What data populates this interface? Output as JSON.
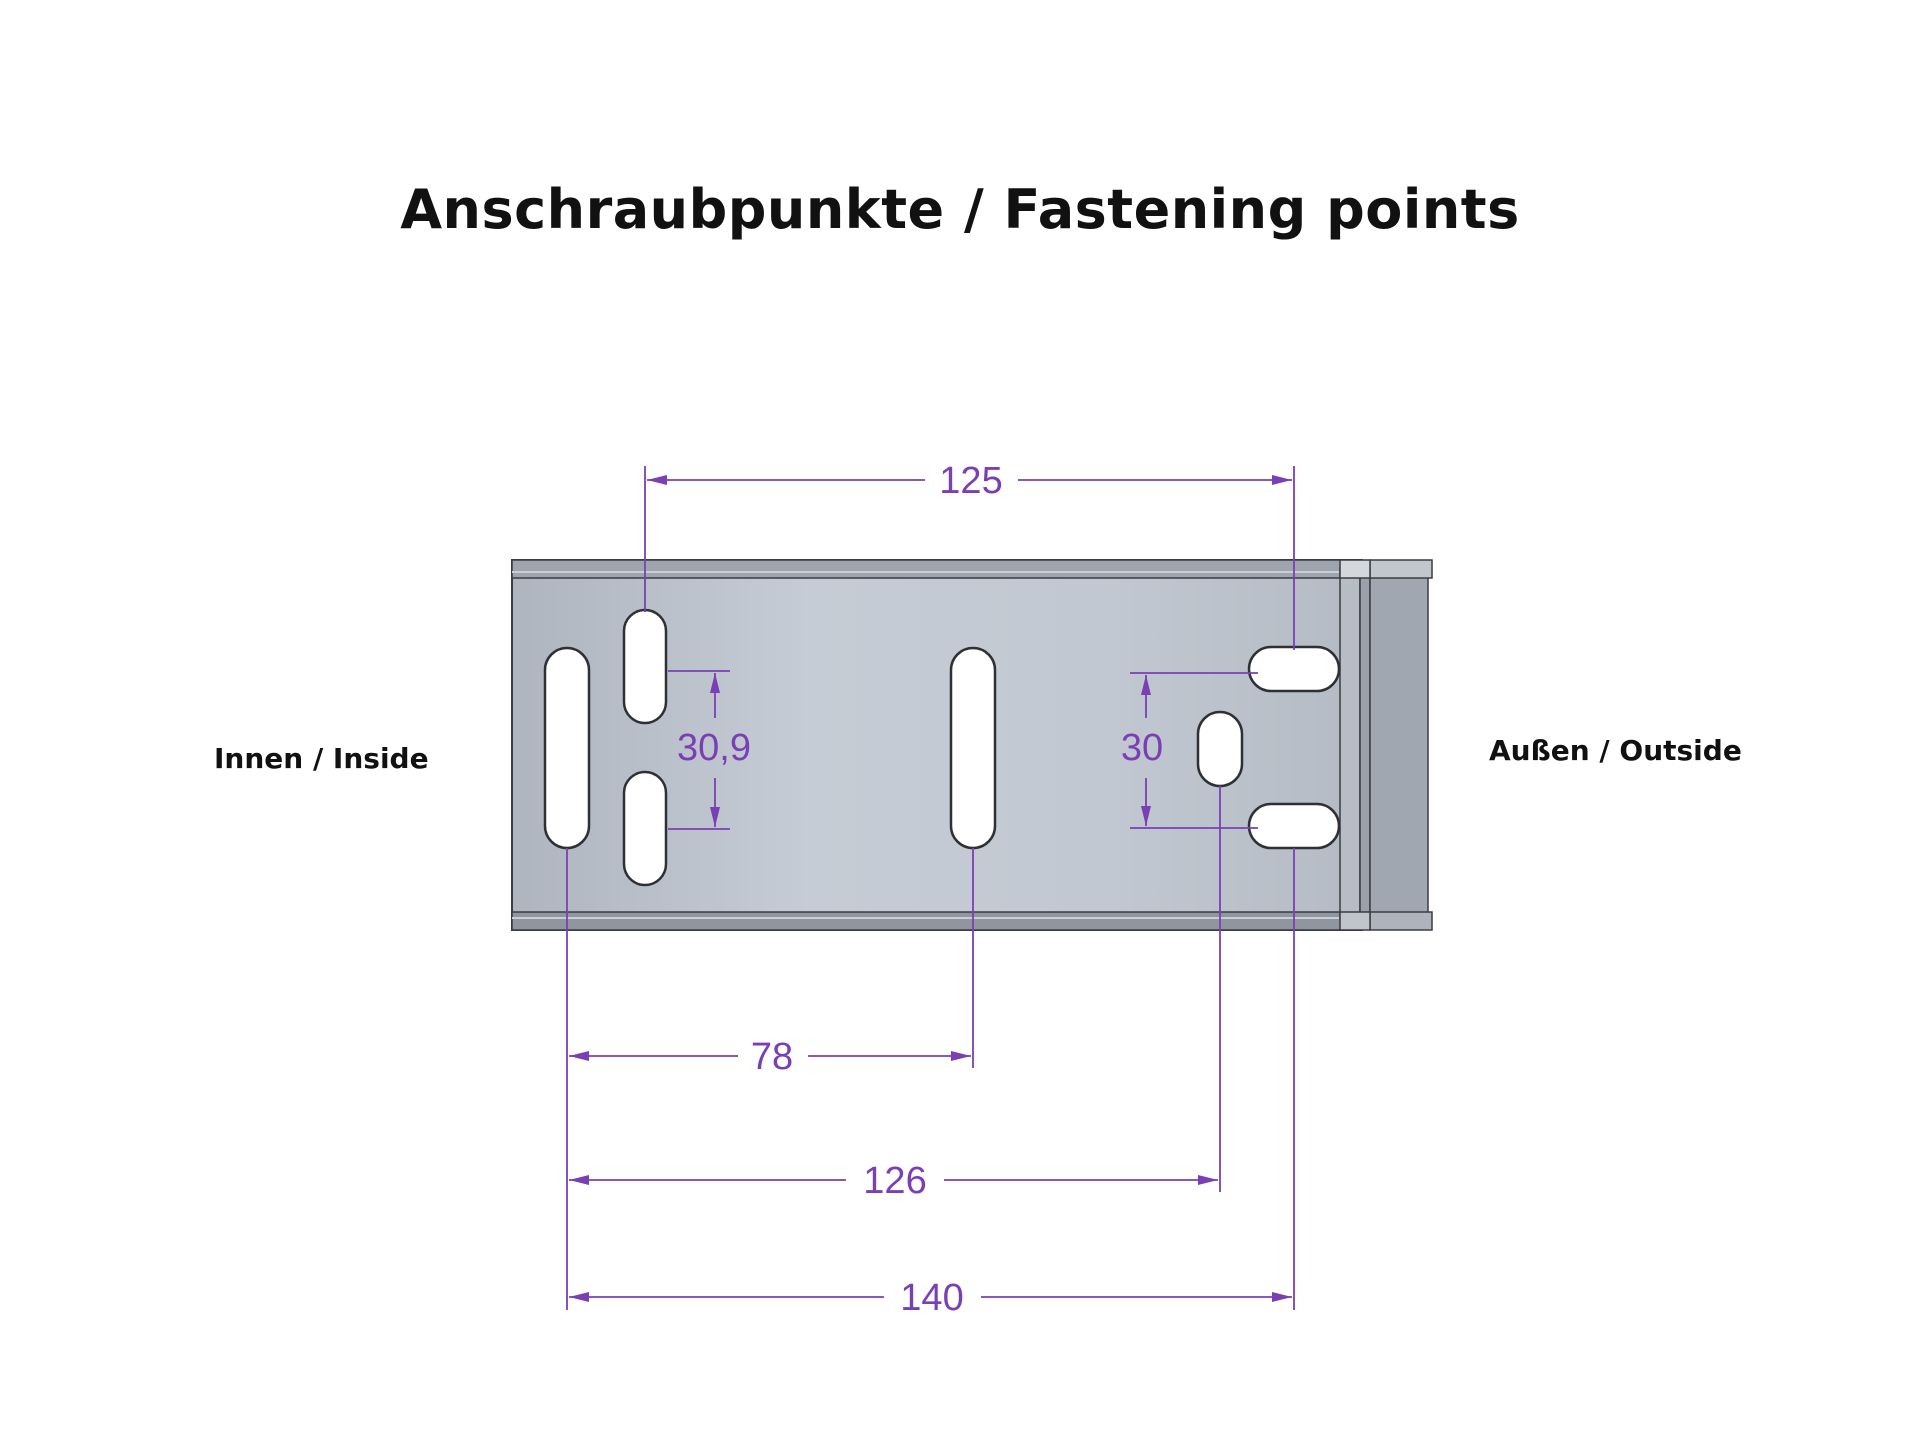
{
  "title": "Anschraubpunkte / Fastening points",
  "labels": {
    "inside": "Innen / Inside",
    "outside": "Außen / Outside"
  },
  "dimensions": {
    "top": "125",
    "left_vertical": "30,9",
    "right_vertical": "30",
    "bottom_1": "78",
    "bottom_2": "126",
    "bottom_3": "140"
  },
  "colors": {
    "dimension": "#7a3fb5",
    "plate": "#c3cad4",
    "plate_edge": "#8a9098",
    "outline": "#3a3d42",
    "hole": "#ffffff"
  }
}
